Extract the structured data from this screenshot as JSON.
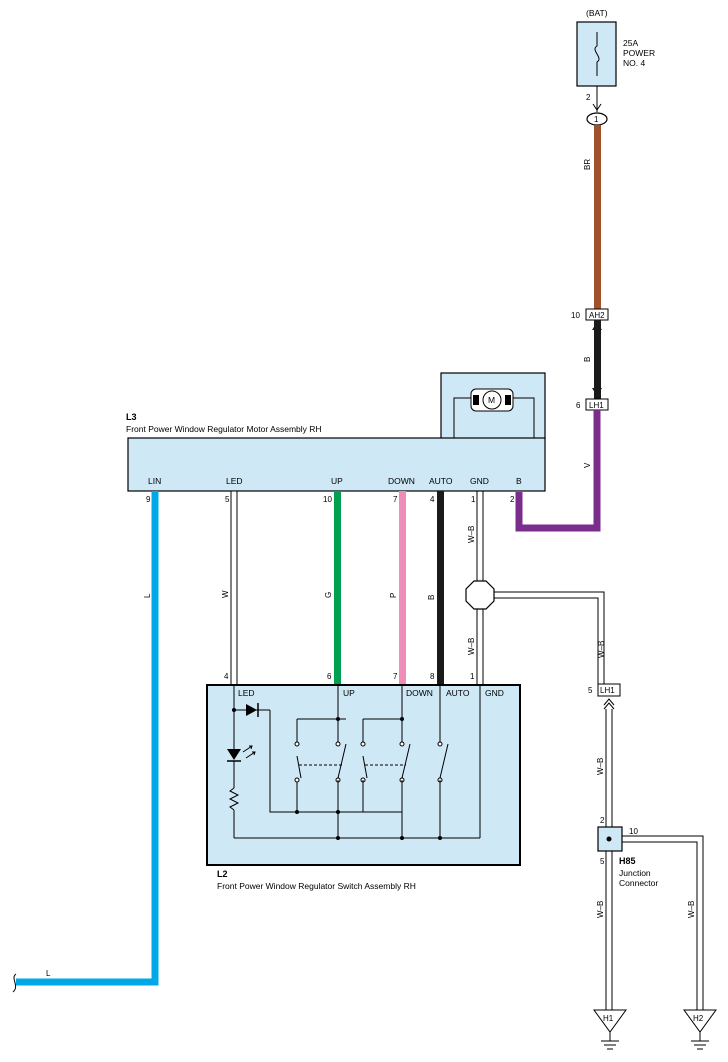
{
  "power": {
    "source": "(BAT)",
    "fuse_rating": "25A",
    "fuse_name_1": "POWER",
    "fuse_name_2": "NO. 4",
    "fuse_pin": "2",
    "splice_id": "1"
  },
  "wires": {
    "br": "BR",
    "b_black": "B",
    "v": "V",
    "l_top": "L",
    "l_bottom": "L",
    "w": "W",
    "g": "G",
    "p": "P",
    "b_auto": "B",
    "wb_upper": "W–B",
    "wb_mid": "W–B",
    "wb_right_top": "W–B",
    "wb_right_mid": "W–B",
    "wb_h1": "W–B",
    "wb_h2": "W–B"
  },
  "connectors": {
    "ah2": {
      "label": "AH2",
      "pin": "10"
    },
    "lh1_top": {
      "label": "LH1",
      "pin": "6"
    },
    "lh1_right": {
      "label": "LH1",
      "pin": "5"
    }
  },
  "motor_assembly": {
    "id": "L3",
    "name": "Front Power Window Regulator Motor Assembly RH",
    "motor_symbol": "M",
    "terminals": [
      "LIN",
      "LED",
      "UP",
      "DOWN",
      "AUTO",
      "GND",
      "B"
    ],
    "pins": [
      "9",
      "5",
      "10",
      "7",
      "4",
      "1",
      "2"
    ]
  },
  "switch_assembly": {
    "id": "L2",
    "name": "Front Power Window Regulator Switch Assembly RH",
    "terminals": [
      "LED",
      "UP",
      "DOWN",
      "AUTO",
      "GND"
    ],
    "pins": [
      "4",
      "6",
      "7",
      "8",
      "1"
    ]
  },
  "junction": {
    "id": "H85",
    "name_1": "Junction",
    "name_2": "Connector",
    "pin_top": "2",
    "pin_right": "10",
    "pin_bottom": "5"
  },
  "grounds": [
    "H1",
    "H2"
  ],
  "colors": {
    "br": "#a0522d",
    "black": "#1a1a1a",
    "violet": "#7b2d8e",
    "blue": "#00a8e8",
    "green": "#00a050",
    "pink": "#f08cb8",
    "box_fill": "#cfe8f5"
  }
}
